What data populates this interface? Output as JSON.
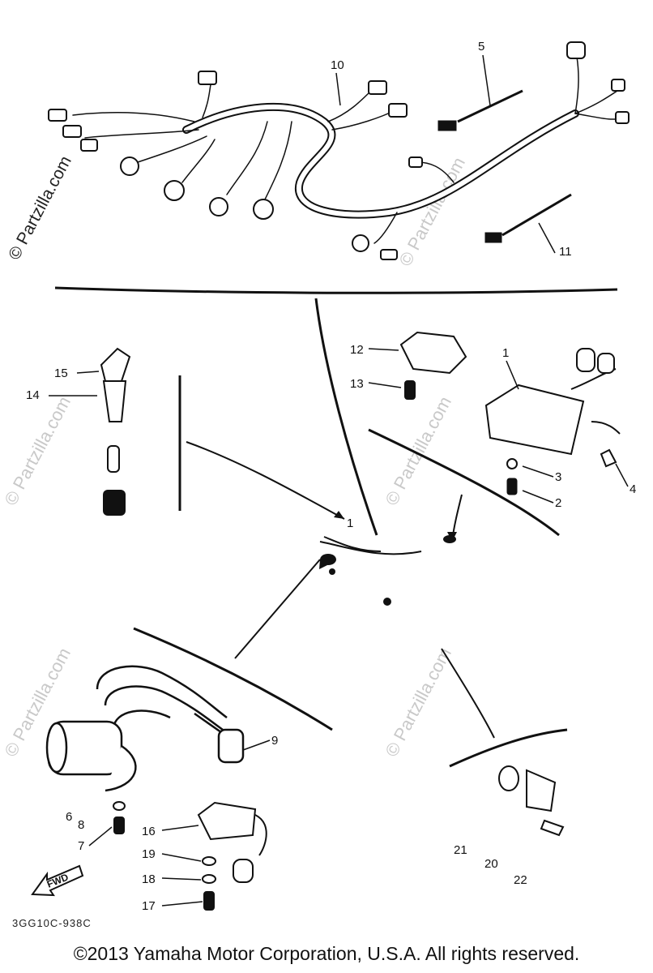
{
  "diagram": {
    "callouts": [
      "1",
      "2",
      "3",
      "4",
      "5",
      "6",
      "7",
      "8",
      "9",
      "10",
      "11",
      "12",
      "13",
      "14",
      "15",
      "16",
      "17",
      "18",
      "19",
      "20",
      "21",
      "22"
    ],
    "drawing_code": "3GG10C-938C",
    "fwd_label": "FWD",
    "watermark": "© Partzilla.com"
  },
  "footer": {
    "copyright": "©2013 Yamaha Motor Corporation, U.S.A. All rights reserved."
  }
}
